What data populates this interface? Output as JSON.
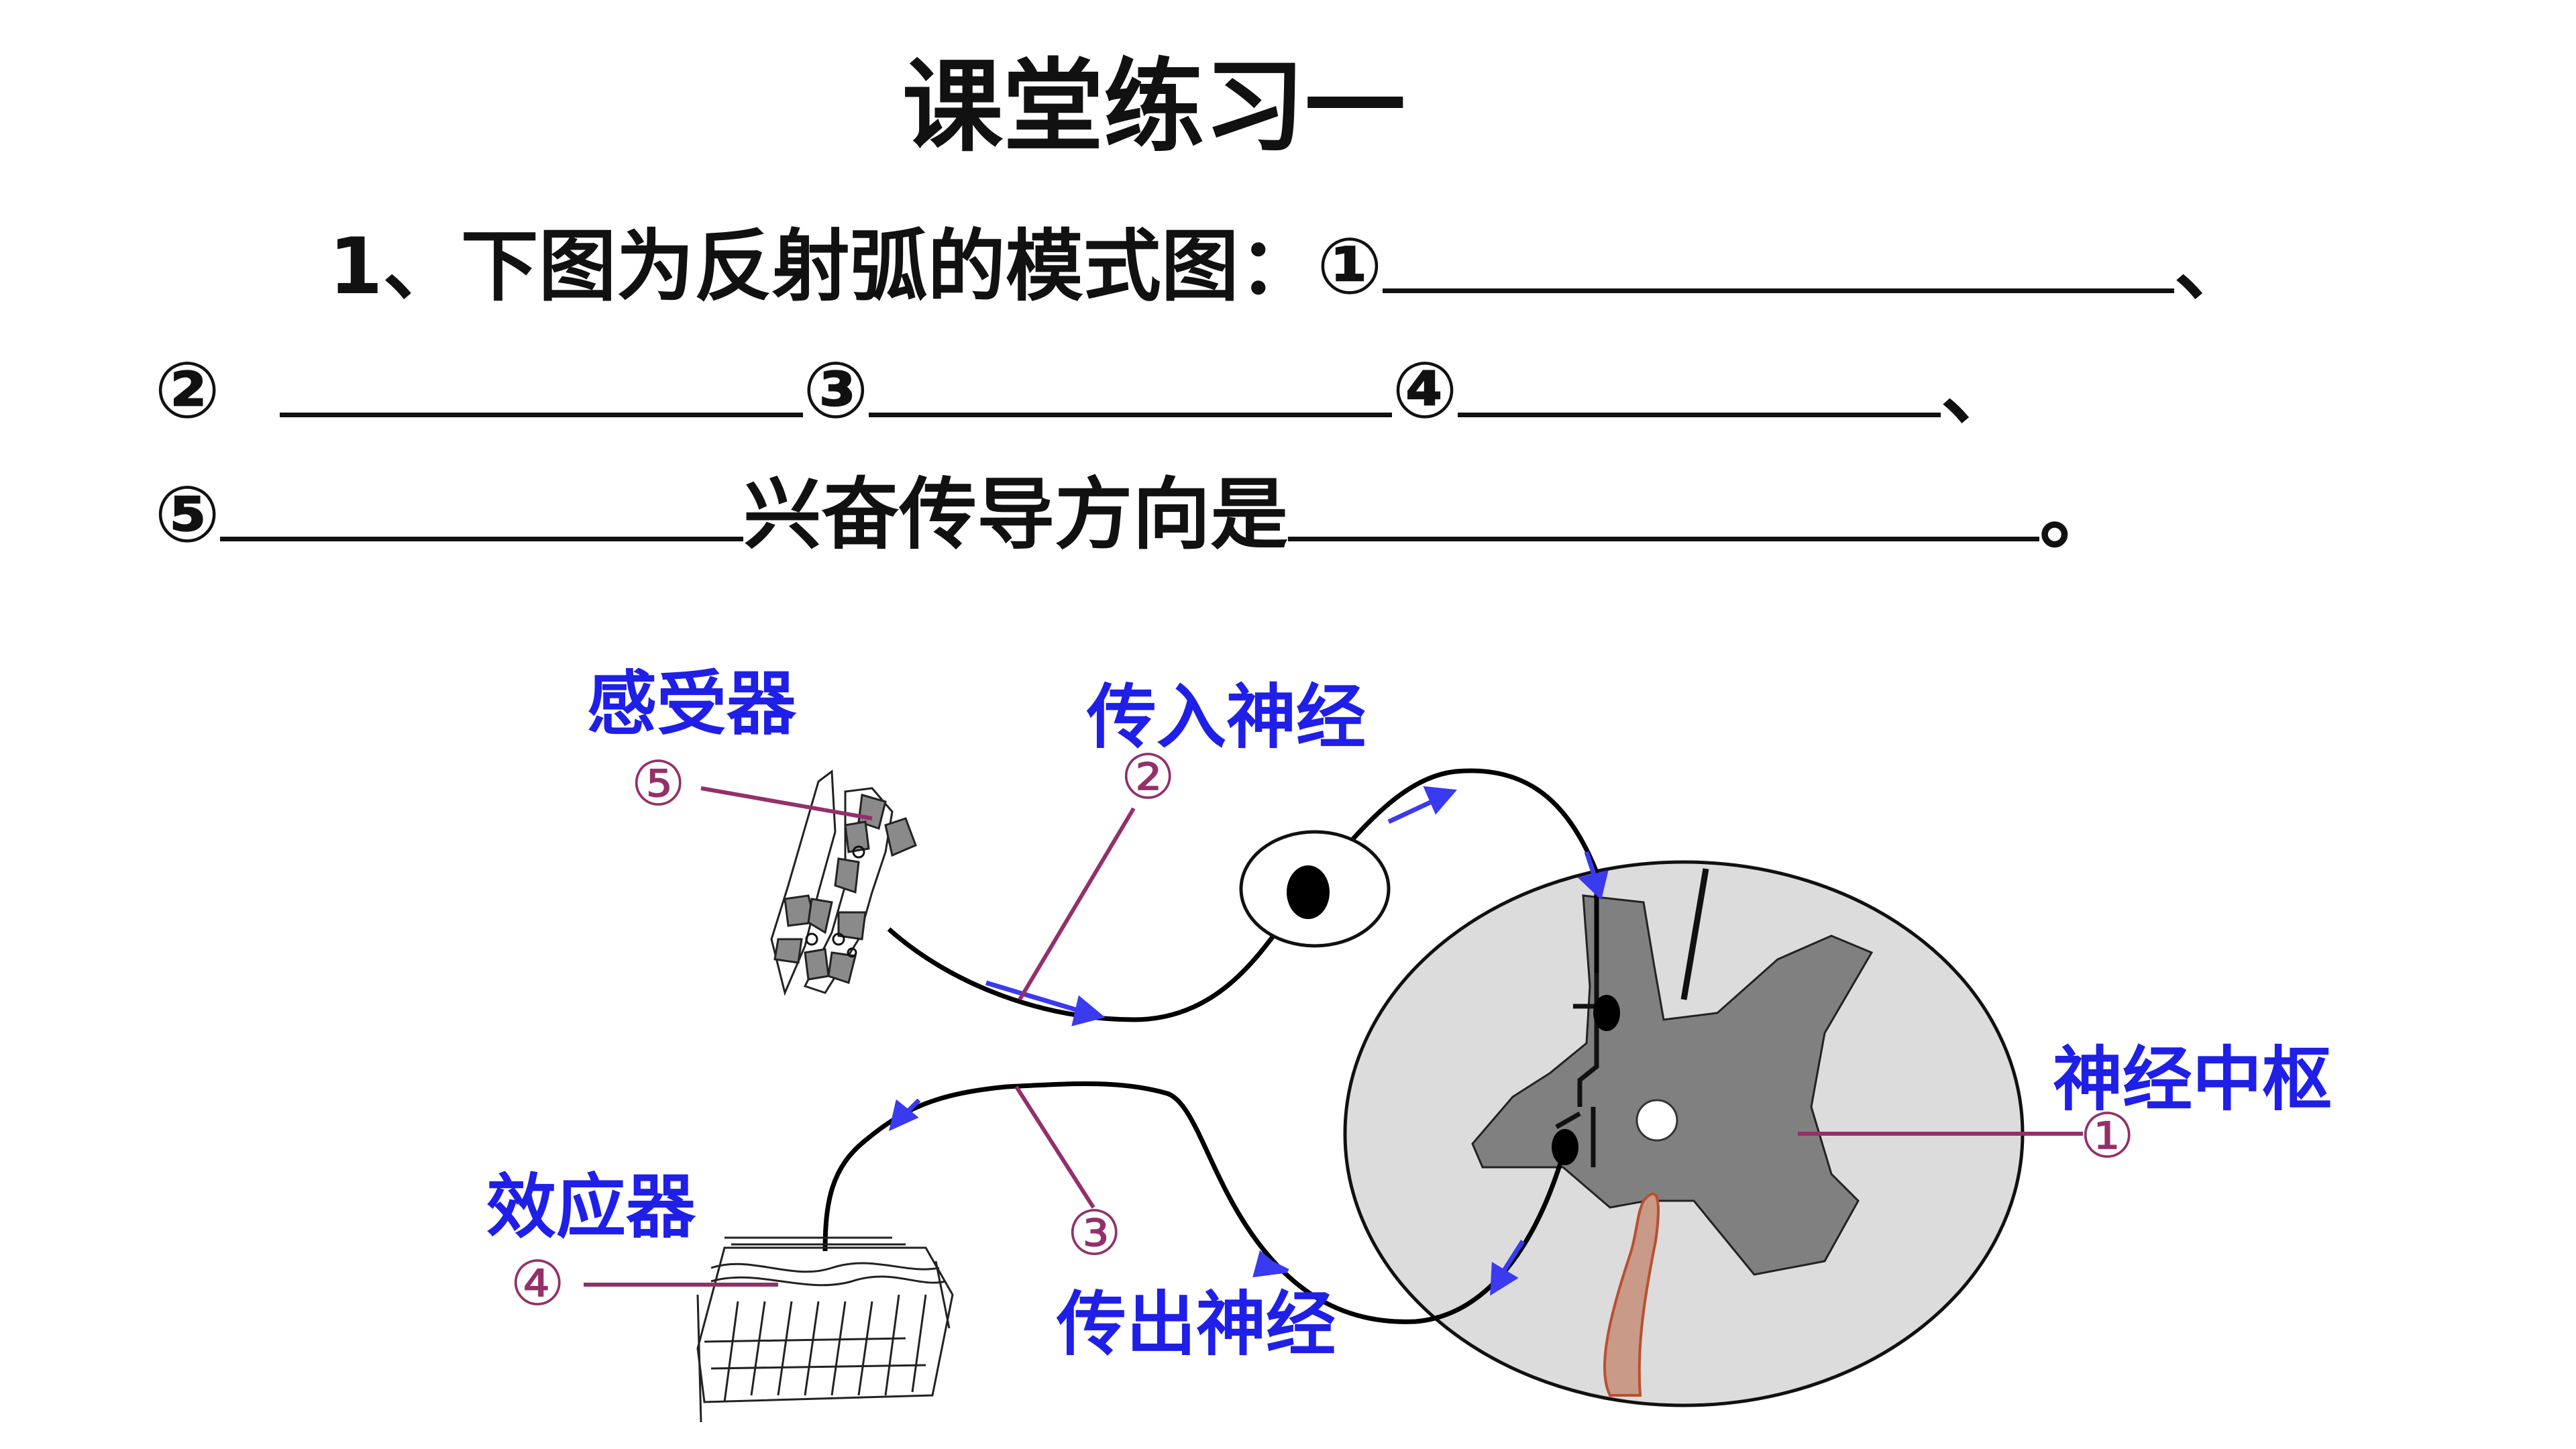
{
  "title": "课堂练习一",
  "question": {
    "line1_text": "1、下图为反射弧的模式图：①",
    "line1_end": "、",
    "mark2": "②",
    "mark3": "③",
    "mark4": "④",
    "line2_end": "、",
    "mark5": "⑤",
    "direction_text": "兴奋传导方向是",
    "end": "。"
  },
  "diagram": {
    "labels": {
      "receptor": "感受器",
      "afferent": "传入神经",
      "center": "神经中枢",
      "effector": "效应器",
      "efferent": "传出神经"
    },
    "numbers": {
      "n1": "①",
      "n2": "②",
      "n3": "③",
      "n4": "④",
      "n5": "⑤"
    },
    "colors": {
      "label_blue": "#1f1fe8",
      "number_purple": "#93306a",
      "arrow_blue": "#3a3af0",
      "spinal_white": "#dcdcdc",
      "grey_matter": "#7f7f7f"
    }
  }
}
